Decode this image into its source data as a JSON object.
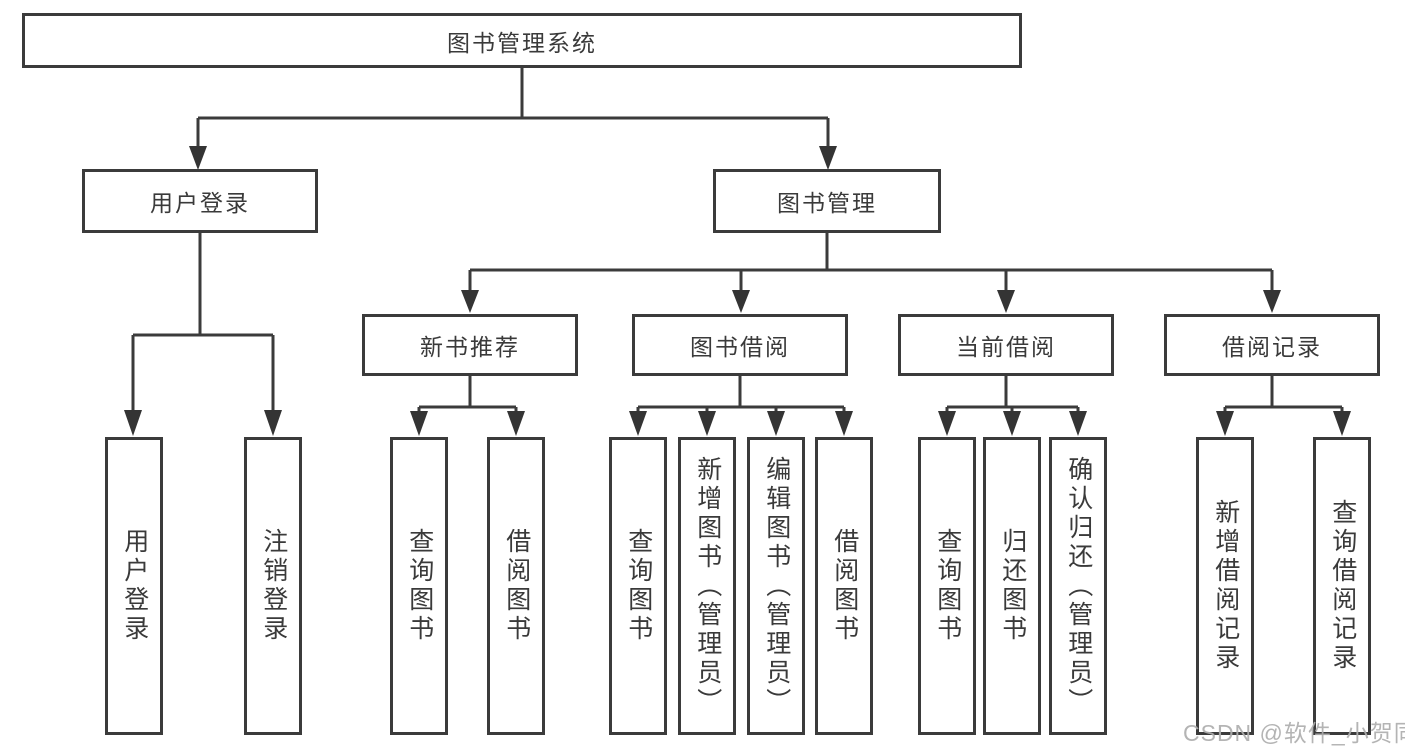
{
  "diagram": {
    "root": {
      "label": "图书管理系统"
    },
    "branches": [
      {
        "label": "用户登录",
        "children": [
          {
            "label": "用户登录"
          },
          {
            "label": "注销登录"
          }
        ]
      },
      {
        "label": "图书管理",
        "children": [
          {
            "label": "新书推荐",
            "children": [
              {
                "label": "查询图书"
              },
              {
                "label": "借阅图书"
              }
            ]
          },
          {
            "label": "图书借阅",
            "children": [
              {
                "label": "查询图书"
              },
              {
                "label": "新增图书（管理员）"
              },
              {
                "label": "编辑图书（管理员）"
              },
              {
                "label": "借阅图书"
              }
            ]
          },
          {
            "label": "当前借阅",
            "children": [
              {
                "label": "查询图书"
              },
              {
                "label": "归还图书"
              },
              {
                "label": "确认归还（管理员）"
              }
            ]
          },
          {
            "label": "借阅记录",
            "children": [
              {
                "label": "新增借阅记录"
              },
              {
                "label": "查询借阅记录"
              }
            ]
          }
        ]
      }
    ]
  },
  "watermark": "CSDN @软件_小贺同学",
  "colors": {
    "line": "#3b3b3b",
    "text": "#3a3a3a",
    "watermark": "#aeaeae",
    "background": "#ffffff"
  }
}
